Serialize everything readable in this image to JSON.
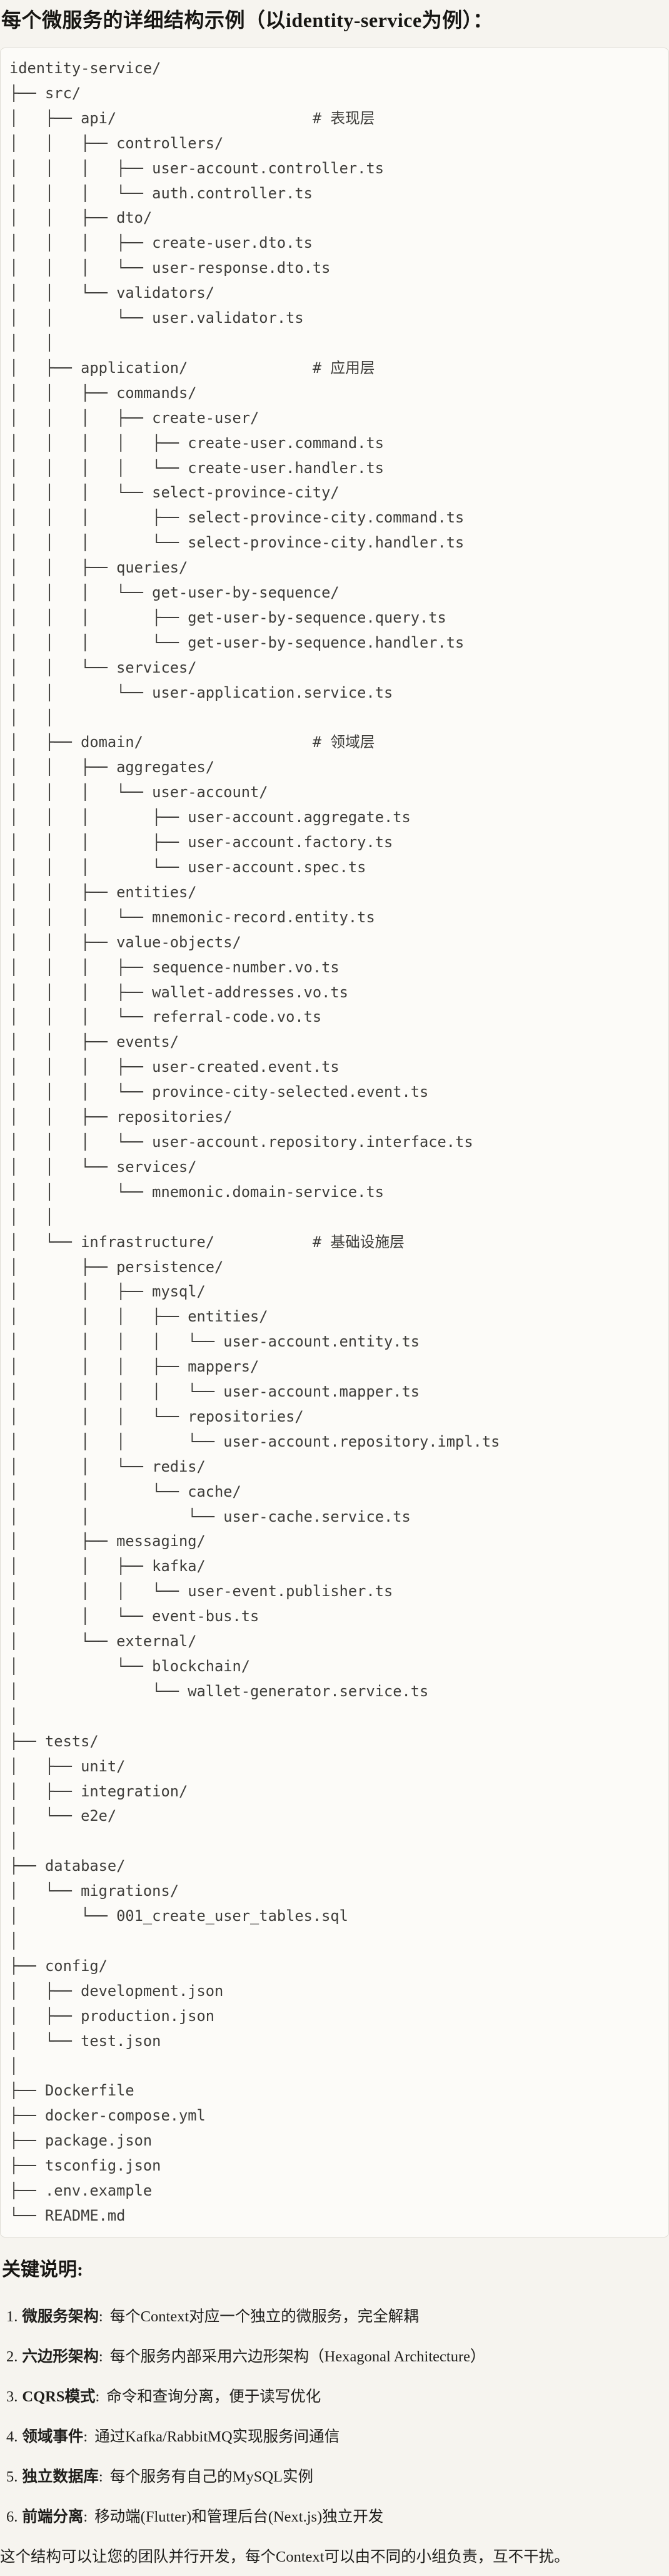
{
  "page": {
    "title": "每个微服务的详细结构示例（以identity-service为例）：",
    "colors": {
      "page_background": "#F6F4EF",
      "code_background": "#FCFBF8",
      "code_border": "#DFDDD6",
      "tree_text": "#3E3D3A",
      "heading_text": "#171613"
    }
  },
  "tree": {
    "lines": [
      "identity-service/",
      "├── src/",
      "│   ├── api/                      # 表现层",
      "│   │   ├── controllers/",
      "│   │   │   ├── user-account.controller.ts",
      "│   │   │   └── auth.controller.ts",
      "│   │   ├── dto/",
      "│   │   │   ├── create-user.dto.ts",
      "│   │   │   └── user-response.dto.ts",
      "│   │   └── validators/",
      "│   │       └── user.validator.ts",
      "│   │",
      "│   ├── application/              # 应用层",
      "│   │   ├── commands/",
      "│   │   │   ├── create-user/",
      "│   │   │   │   ├── create-user.command.ts",
      "│   │   │   │   └── create-user.handler.ts",
      "│   │   │   └── select-province-city/",
      "│   │   │       ├── select-province-city.command.ts",
      "│   │   │       └── select-province-city.handler.ts",
      "│   │   ├── queries/",
      "│   │   │   └── get-user-by-sequence/",
      "│   │   │       ├── get-user-by-sequence.query.ts",
      "│   │   │       └── get-user-by-sequence.handler.ts",
      "│   │   └── services/",
      "│   │       └── user-application.service.ts",
      "│   │",
      "│   ├── domain/                   # 领域层",
      "│   │   ├── aggregates/",
      "│   │   │   └── user-account/",
      "│   │   │       ├── user-account.aggregate.ts",
      "│   │   │       ├── user-account.factory.ts",
      "│   │   │       └── user-account.spec.ts",
      "│   │   ├── entities/",
      "│   │   │   └── mnemonic-record.entity.ts",
      "│   │   ├── value-objects/",
      "│   │   │   ├── sequence-number.vo.ts",
      "│   │   │   ├── wallet-addresses.vo.ts",
      "│   │   │   └── referral-code.vo.ts",
      "│   │   ├── events/",
      "│   │   │   ├── user-created.event.ts",
      "│   │   │   └── province-city-selected.event.ts",
      "│   │   ├── repositories/",
      "│   │   │   └── user-account.repository.interface.ts",
      "│   │   └── services/",
      "│   │       └── mnemonic.domain-service.ts",
      "│   │",
      "│   └── infrastructure/           # 基础设施层",
      "│       ├── persistence/",
      "│       │   ├── mysql/",
      "│       │   │   ├── entities/",
      "│       │   │   │   └── user-account.entity.ts",
      "│       │   │   ├── mappers/",
      "│       │   │   │   └── user-account.mapper.ts",
      "│       │   │   └── repositories/",
      "│       │   │       └── user-account.repository.impl.ts",
      "│       │   └── redis/",
      "│       │       └── cache/",
      "│       │           └── user-cache.service.ts",
      "│       ├── messaging/",
      "│       │   ├── kafka/",
      "│       │   │   └── user-event.publisher.ts",
      "│       │   └── event-bus.ts",
      "│       └── external/",
      "│           └── blockchain/",
      "│               └── wallet-generator.service.ts",
      "│",
      "├── tests/",
      "│   ├── unit/",
      "│   ├── integration/",
      "│   └── e2e/",
      "│",
      "├── database/",
      "│   └── migrations/",
      "│       └── 001_create_user_tables.sql",
      "│",
      "├── config/",
      "│   ├── development.json",
      "│   ├── production.json",
      "│   └── test.json",
      "│",
      "├── Dockerfile",
      "├── docker-compose.yml",
      "├── package.json",
      "├── tsconfig.json",
      "├── .env.example",
      "└── README.md"
    ]
  },
  "notes": {
    "heading": "关键说明:",
    "items": [
      {
        "num": "1.",
        "term": "微服务架构",
        "colon": ":",
        "desc": "每个Context对应一个独立的微服务，完全解耦"
      },
      {
        "num": "2.",
        "term": "六边形架构",
        "colon": ":",
        "desc": "每个服务内部采用六边形架构（Hexagonal Architecture）"
      },
      {
        "num": "3.",
        "term": "CQRS模式",
        "colon": ":",
        "desc": "命令和查询分离，便于读写优化"
      },
      {
        "num": "4.",
        "term": "领域事件",
        "colon": ":",
        "desc": "通过Kafka/RabbitMQ实现服务间通信"
      },
      {
        "num": "5.",
        "term": "独立数据库",
        "colon": ":",
        "desc": "每个服务有自己的MySQL实例"
      },
      {
        "num": "6.",
        "term": "前端分离",
        "colon": ":",
        "desc": "移动端(Flutter)和管理后台(Next.js)独立开发"
      }
    ],
    "closing": "这个结构可以让您的团队并行开发，每个Context可以由不同的小组负责，互不干扰。"
  }
}
